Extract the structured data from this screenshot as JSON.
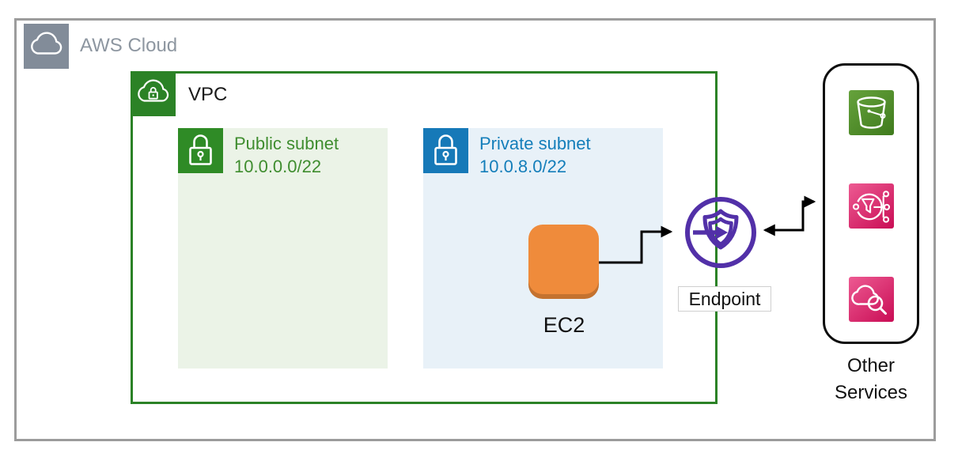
{
  "diagram": {
    "aws_cloud": {
      "label": "AWS Cloud"
    },
    "vpc": {
      "label": "VPC"
    },
    "subnets": [
      {
        "name": "Public subnet",
        "cidr": "10.0.0.0/22"
      },
      {
        "name": "Private subnet",
        "cidr": "10.0.8.0/22"
      }
    ],
    "ec2": {
      "label": "EC2"
    },
    "endpoint": {
      "label": "Endpoint"
    },
    "other_services": {
      "label": "Other Services",
      "icons": [
        "s3-bucket",
        "data-stream-funnel",
        "cloud-search"
      ]
    },
    "colors": {
      "outer_border_gray": "#9C9C9C",
      "aws_cloud_gray": "#828C99",
      "aws_label_gray": "#8D96A0",
      "vpc_green": "#2B8226",
      "public_subnet_bg": "#EBF3E7",
      "public_subnet_green": "#3F8D2F",
      "private_subnet_bg": "#E8F1F8",
      "private_subnet_blue": "#147EBA",
      "ec2_orange": "#EF8B3B",
      "ec2_orange_shadow": "#C4722F",
      "endpoint_purple": "#5230A8",
      "s3_green_start": "#66A23C",
      "s3_green_end": "#3F7B1D",
      "pink_start": "#ED5A92",
      "pink_end": "#C90D55",
      "arrow_black": "#000000"
    }
  }
}
